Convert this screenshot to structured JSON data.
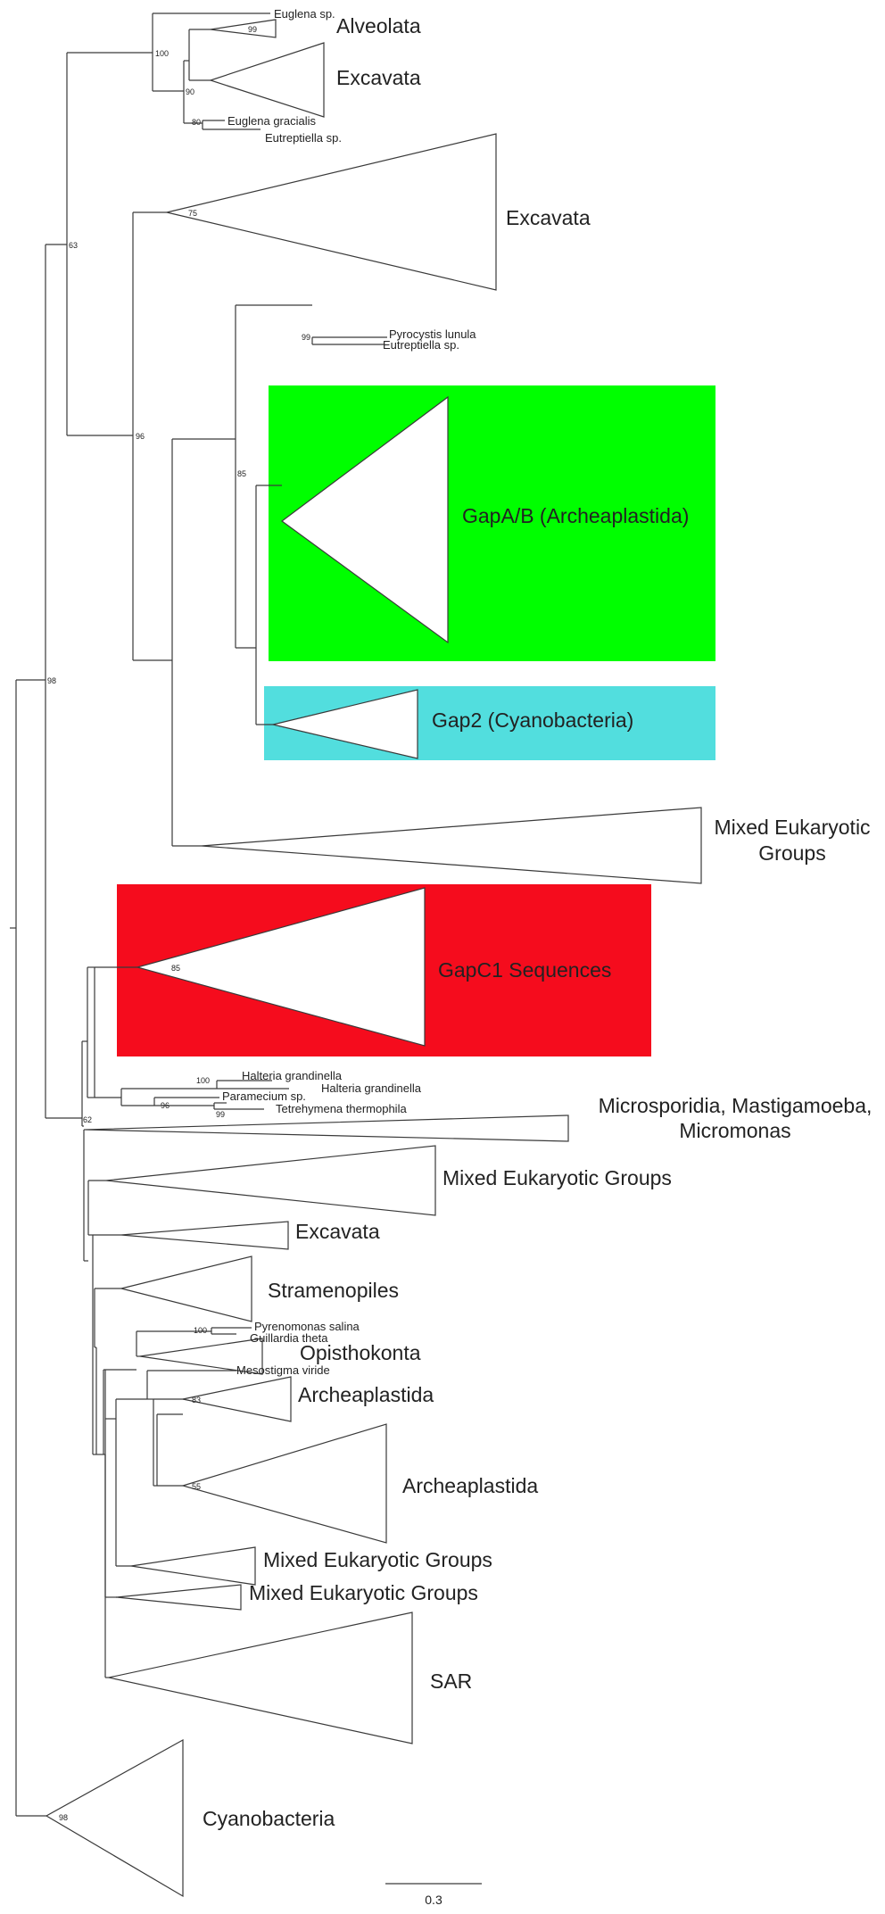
{
  "highlight_colors": {
    "gapab": "#00ff00",
    "gap2": "#52dede",
    "gapc1": "#f50c1d"
  },
  "taxa": {
    "euglena_sp": "Euglena sp.",
    "euglena_gracialis": "Euglena gracialis",
    "eutreptiella_1": "Eutreptiella sp.",
    "pyrocystis": "Pyrocystis lunula",
    "eutreptiella_2": "Eutreptiella sp.",
    "halteria_1": "Halteria grandinella",
    "halteria_2": "Halteria grandinella",
    "paramecium": "Paramecium sp.",
    "tetrahymena": "Tetrehymena thermophila",
    "pyrenomonas": "Pyrenomonas salina",
    "guillardia": "Guillardia theta",
    "mesostigma": "Mesostigma viride"
  },
  "groups": {
    "alveolata": "Alveolata",
    "excavata_1": "Excavata",
    "excavata_2": "Excavata",
    "gapab": "GapA/B (Archeaplastida)",
    "gap2": "Gap2 (Cyanobacteria)",
    "mixed_1_line1": "Mixed Eukaryotic",
    "mixed_1_line2": "Groups",
    "gapc1": "GapC1 Sequences",
    "microsporidia_line1": "Microsporidia, Mastigamoeba,",
    "microsporidia_line2": "Micromonas",
    "mixed_2": "Mixed Eukaryotic Groups",
    "excavata_3": "Excavata",
    "stramenopiles": "Stramenopiles",
    "opisthokonta": "Opisthokonta",
    "archeaplastida_1": "Archeaplastida",
    "archeaplastida_2": "Archeaplastida",
    "mixed_3": "Mixed Eukaryotic Groups",
    "mixed_4": "Mixed Eukaryotic Groups",
    "sar": "SAR",
    "cyanobacteria": "Cyanobacteria"
  },
  "support": {
    "s100_a": "100",
    "s99_a": "99",
    "s90": "90",
    "s80": "80",
    "s75": "75",
    "s63": "63",
    "s99_b": "99",
    "s96_a": "96",
    "s85_a": "85",
    "s98_a": "98",
    "s85_b": "85",
    "s100_b": "100",
    "s96_b": "96",
    "s99_c": "99",
    "s62": "62",
    "s100_c": "100",
    "s83": "83",
    "s55": "55",
    "s98_b": "98"
  },
  "scale_bar": {
    "label": "0.3"
  }
}
